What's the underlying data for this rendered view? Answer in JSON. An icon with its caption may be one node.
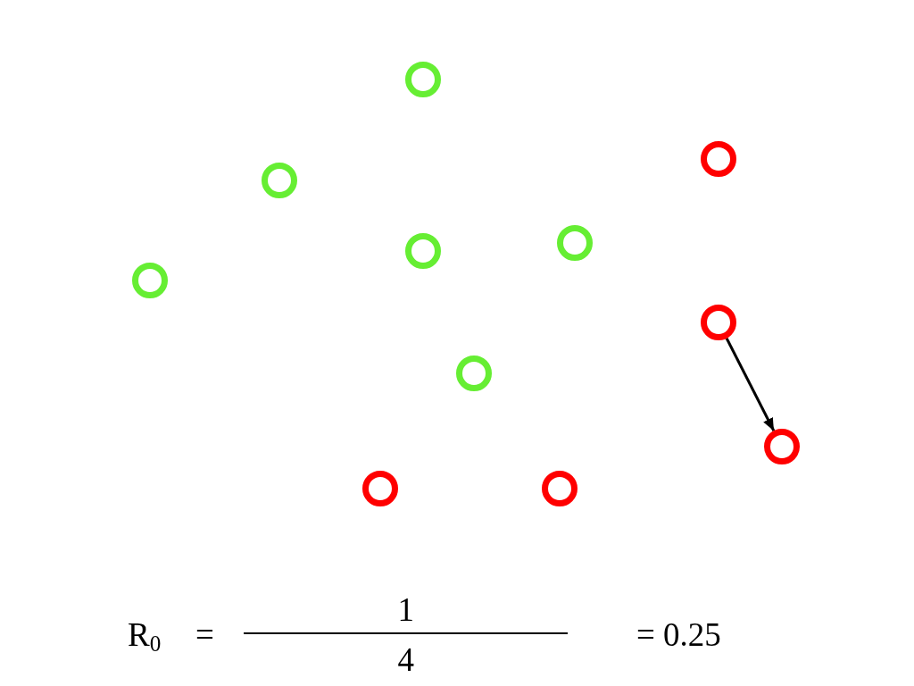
{
  "diagram": {
    "nodes": [
      {
        "text": [],
        "shape": "circle"
      },
      {
        "text": [],
        "shape": "circle"
      },
      {
        "text": [],
        "shape": "circle"
      },
      {
        "text": [],
        "shape": "circle"
      },
      {
        "text": [],
        "shape": "circle"
      },
      {
        "text": [],
        "shape": "circle"
      },
      {
        "text": [],
        "shape": "circle"
      },
      {
        "text": [],
        "shape": "circle"
      },
      {
        "text": [],
        "shape": "circle"
      },
      {
        "text": [],
        "shape": "circle"
      },
      {
        "text": [],
        "shape": "circle"
      }
    ],
    "edges": [
      {
        "from": 6,
        "to": 8,
        "arrow": "to"
      }
    ],
    "labels": [
      "R$_{0}$",
      "=",
      "1",
      "4",
      "= 0.25"
    ]
  }
}
